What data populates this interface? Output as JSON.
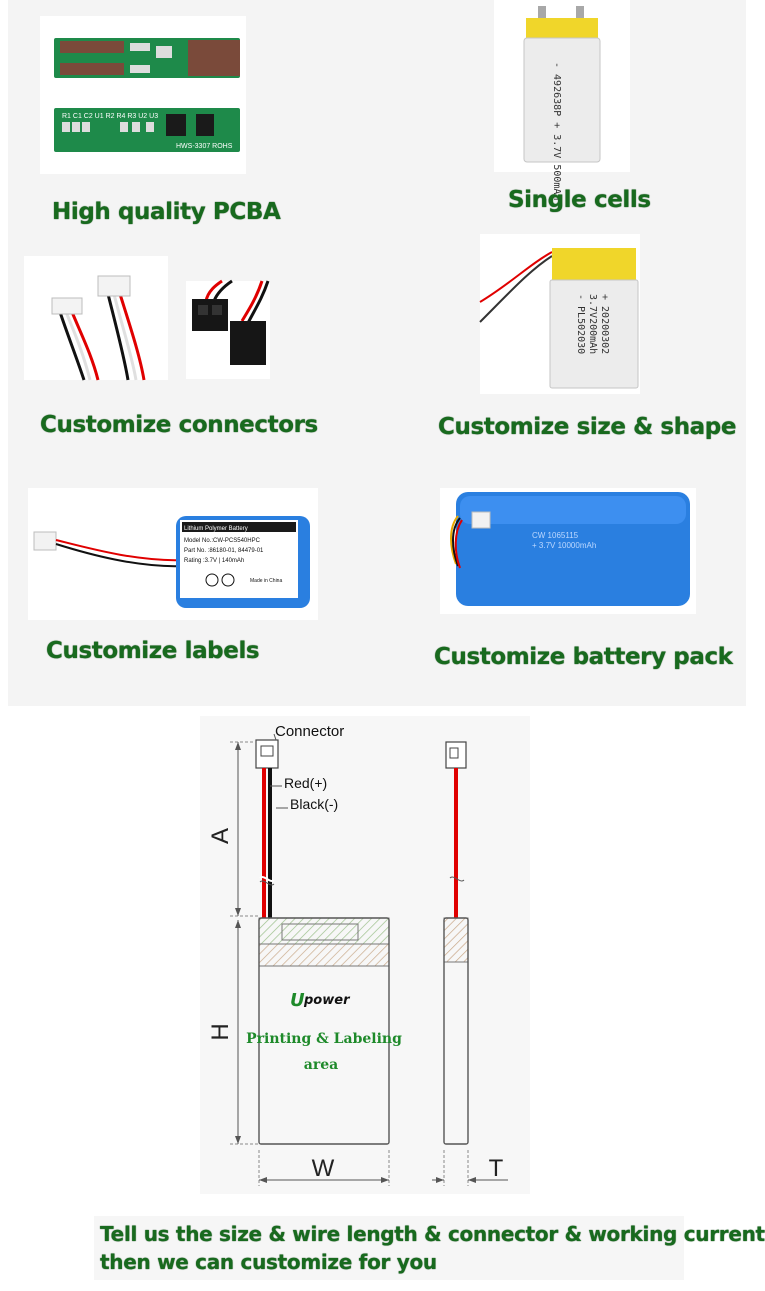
{
  "features": {
    "pcba": "High quality PCBA",
    "single_cells": "Single cells",
    "connectors": "Customize connectors",
    "size_shape": "Customize size & shape",
    "labels": "Customize labels",
    "battery_pack": "Customize battery pack"
  },
  "photos": {
    "pcba_board_1_text": "R1 C1 C2   U1   R2 R4 R3   U2   U3",
    "pcba_board_2_text": "HWS-3307  ROHS",
    "cell_1_label": "- 492638P + 3.7V 500mAh",
    "cell_2_label_1": "- PL502030",
    "cell_2_label_2": "3.7V200mAh",
    "cell_2_label_3": "+ 20200302",
    "label_battery_title": "Lithium Polymer Battery",
    "label_battery_model": "Model No.:CW-PCS540HPC",
    "label_battery_part": "Part No. :86180-01, 84479-01",
    "label_battery_rating": "Rating    :3.7V | 140mAh",
    "label_battery_origin": "Made in China",
    "pack_label_1": "CW 1065115",
    "pack_label_2": "+ 3.7V 10000mAh"
  },
  "diagram": {
    "connector": "Connector",
    "red": "Red(+)",
    "black": "Black(-)",
    "dim_a": "A",
    "dim_h": "H",
    "dim_w": "W",
    "dim_t": "T",
    "brand": "power",
    "brand_initial": "U",
    "area_line1": "Printing & Labeling",
    "area_line2": "area"
  },
  "footer": {
    "line1": "Tell us the size & wire length & connector & working current",
    "line2": "then we can customize for you"
  },
  "colors": {
    "green_text": "#186a1e",
    "wire_red": "#e00000",
    "battery_blue": "#2a7fe0",
    "cell_yellow": "#f0d62a"
  }
}
